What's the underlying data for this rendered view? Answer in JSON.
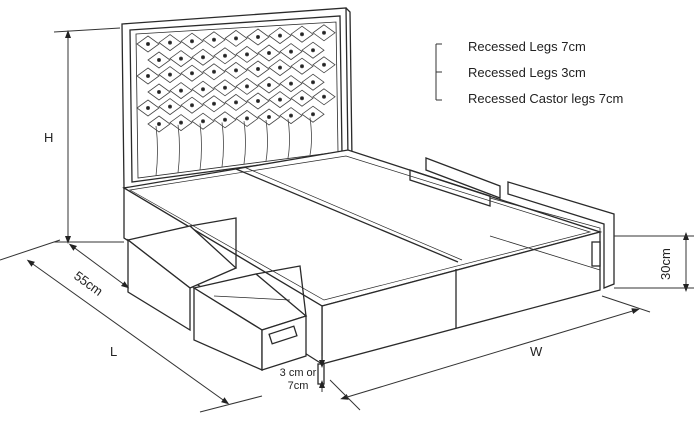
{
  "legend": {
    "items": [
      {
        "label": "Recessed Legs 7cm"
      },
      {
        "label": "Recessed Legs 3cm"
      },
      {
        "label": "Recessed Castor legs 7cm"
      }
    ]
  },
  "dimensions": {
    "height": "H",
    "depth": "55cm",
    "length": "L",
    "width": "W",
    "base_height": "30cm",
    "leg_height_line1": "3 cm or",
    "leg_height_line2": "7cm"
  },
  "colors": {
    "line": "#2a2a2a",
    "dim_line": "#555555",
    "background": "#ffffff"
  }
}
